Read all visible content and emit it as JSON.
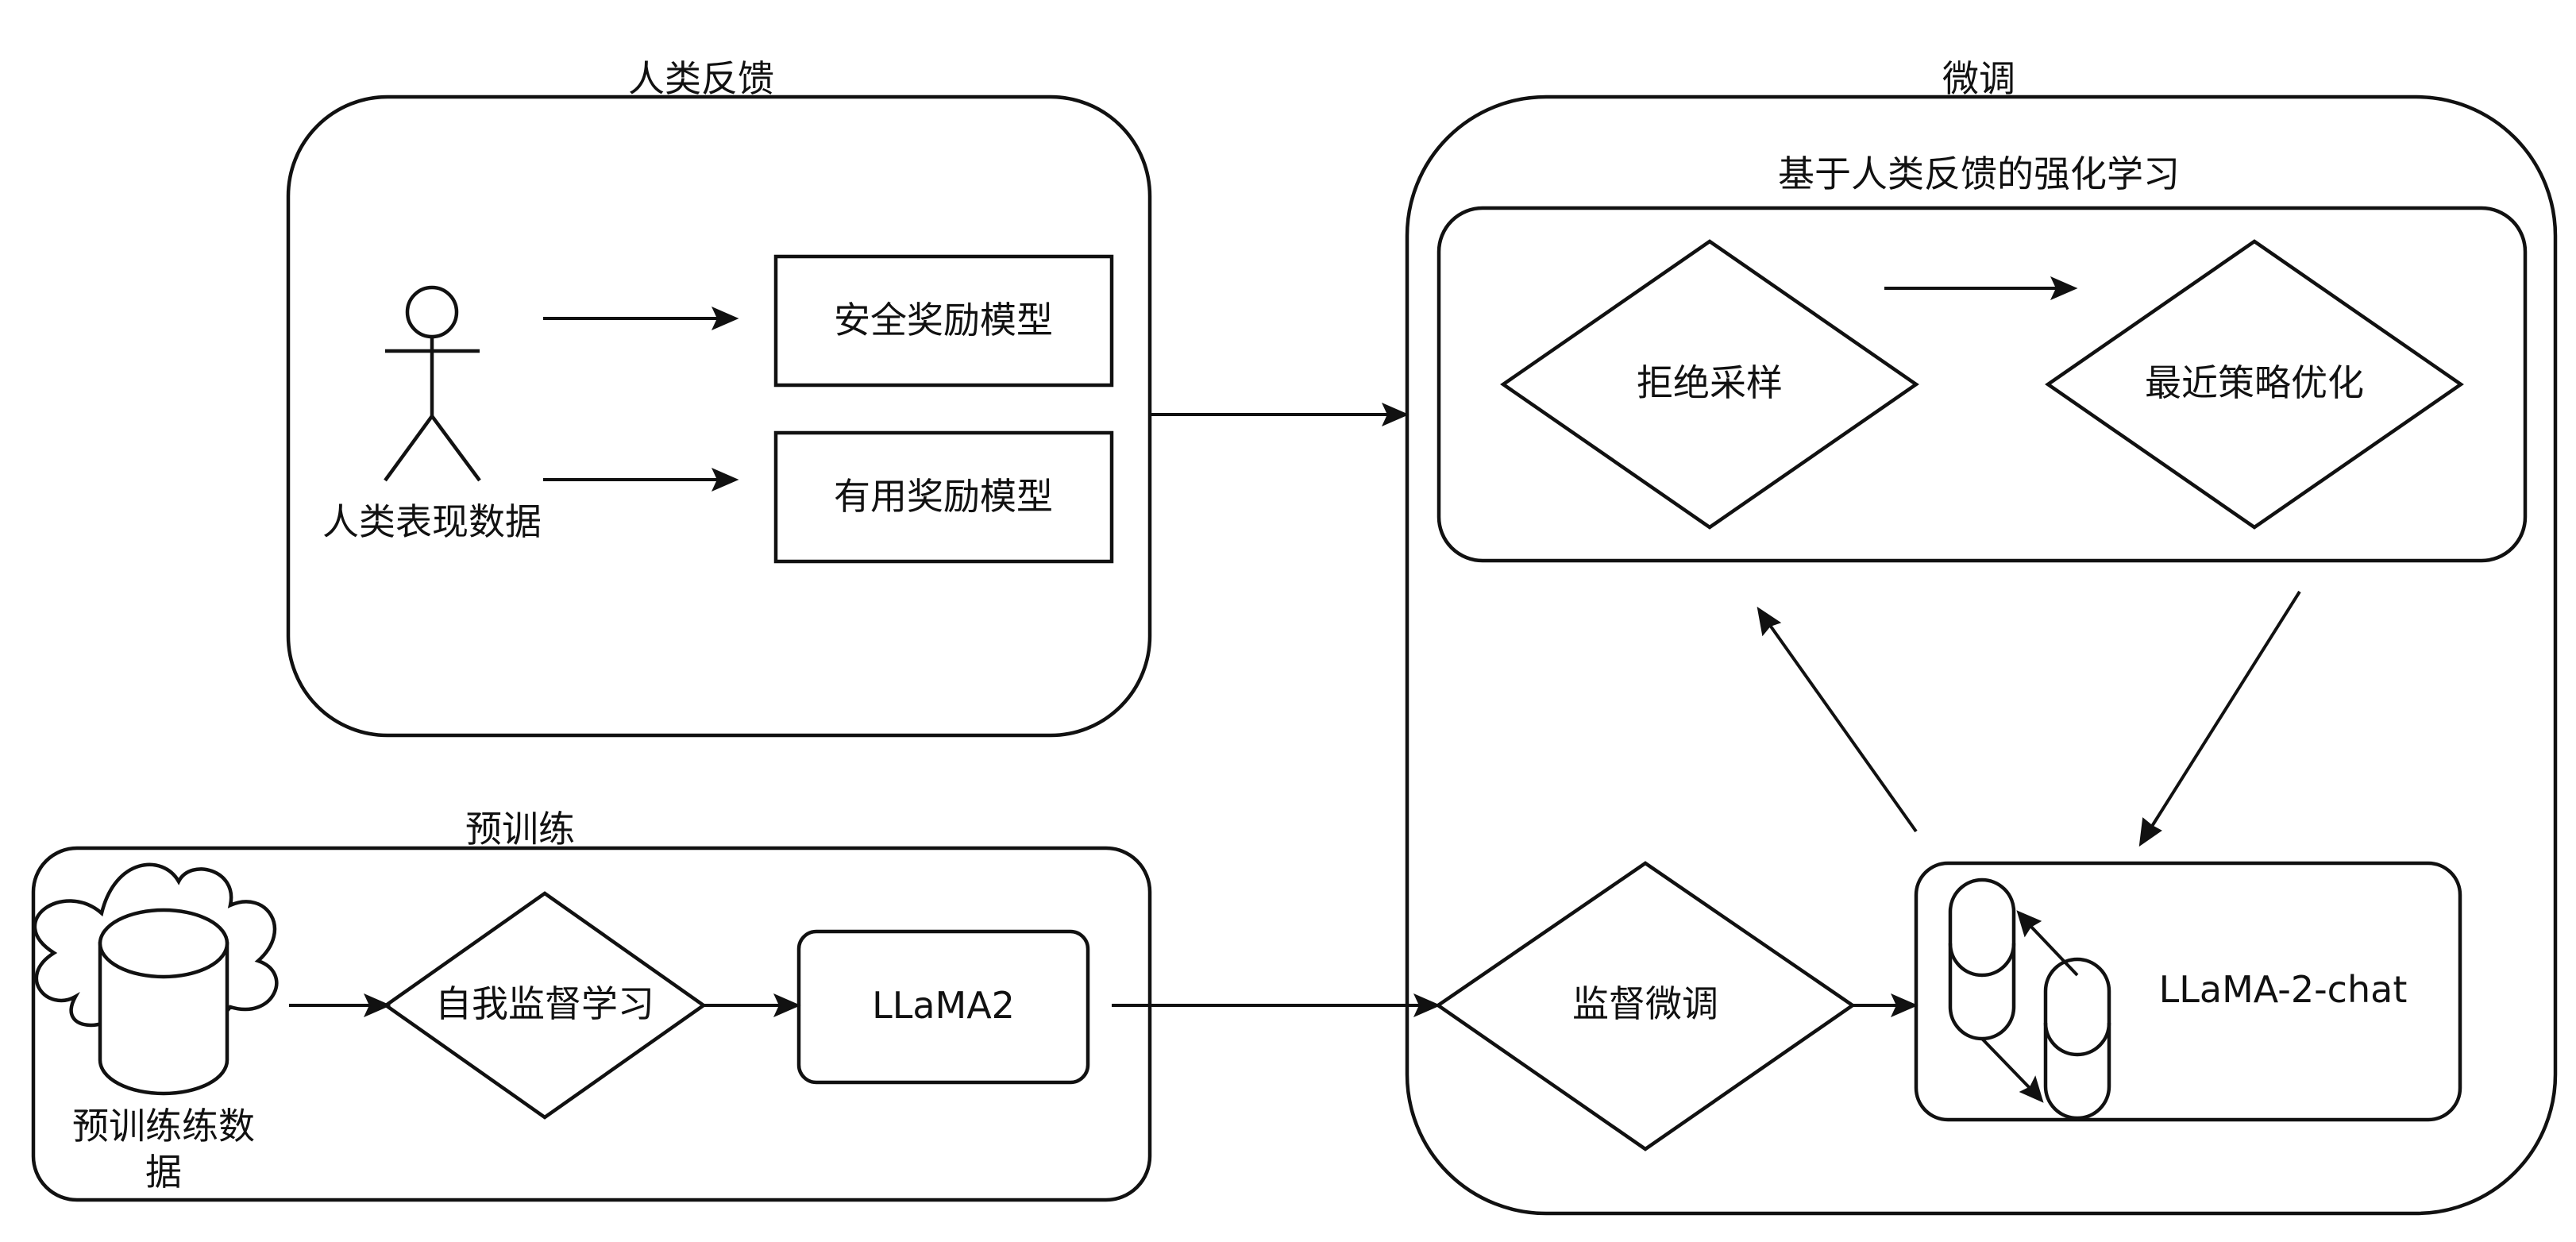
{
  "groups": {
    "human_feedback": "人类反馈",
    "fine_tuning": "微调",
    "rlhf": "基于人类反馈的强化学习",
    "pretraining": "预训练"
  },
  "nodes": {
    "human_data_line1": "人类表现数据",
    "safety_rm": "安全奖励模型",
    "helpful_rm": "有用奖励模型",
    "rejection_sampling": "拒绝采样",
    "ppo": "最近策略优化",
    "pretrain_data_line1": "预训练练数",
    "pretrain_data_line2": "据",
    "self_supervised": "自我监督学习",
    "llama2": "LLaMA2",
    "sft": "监督微调",
    "llama2_chat": "LLaMA-2-chat"
  }
}
